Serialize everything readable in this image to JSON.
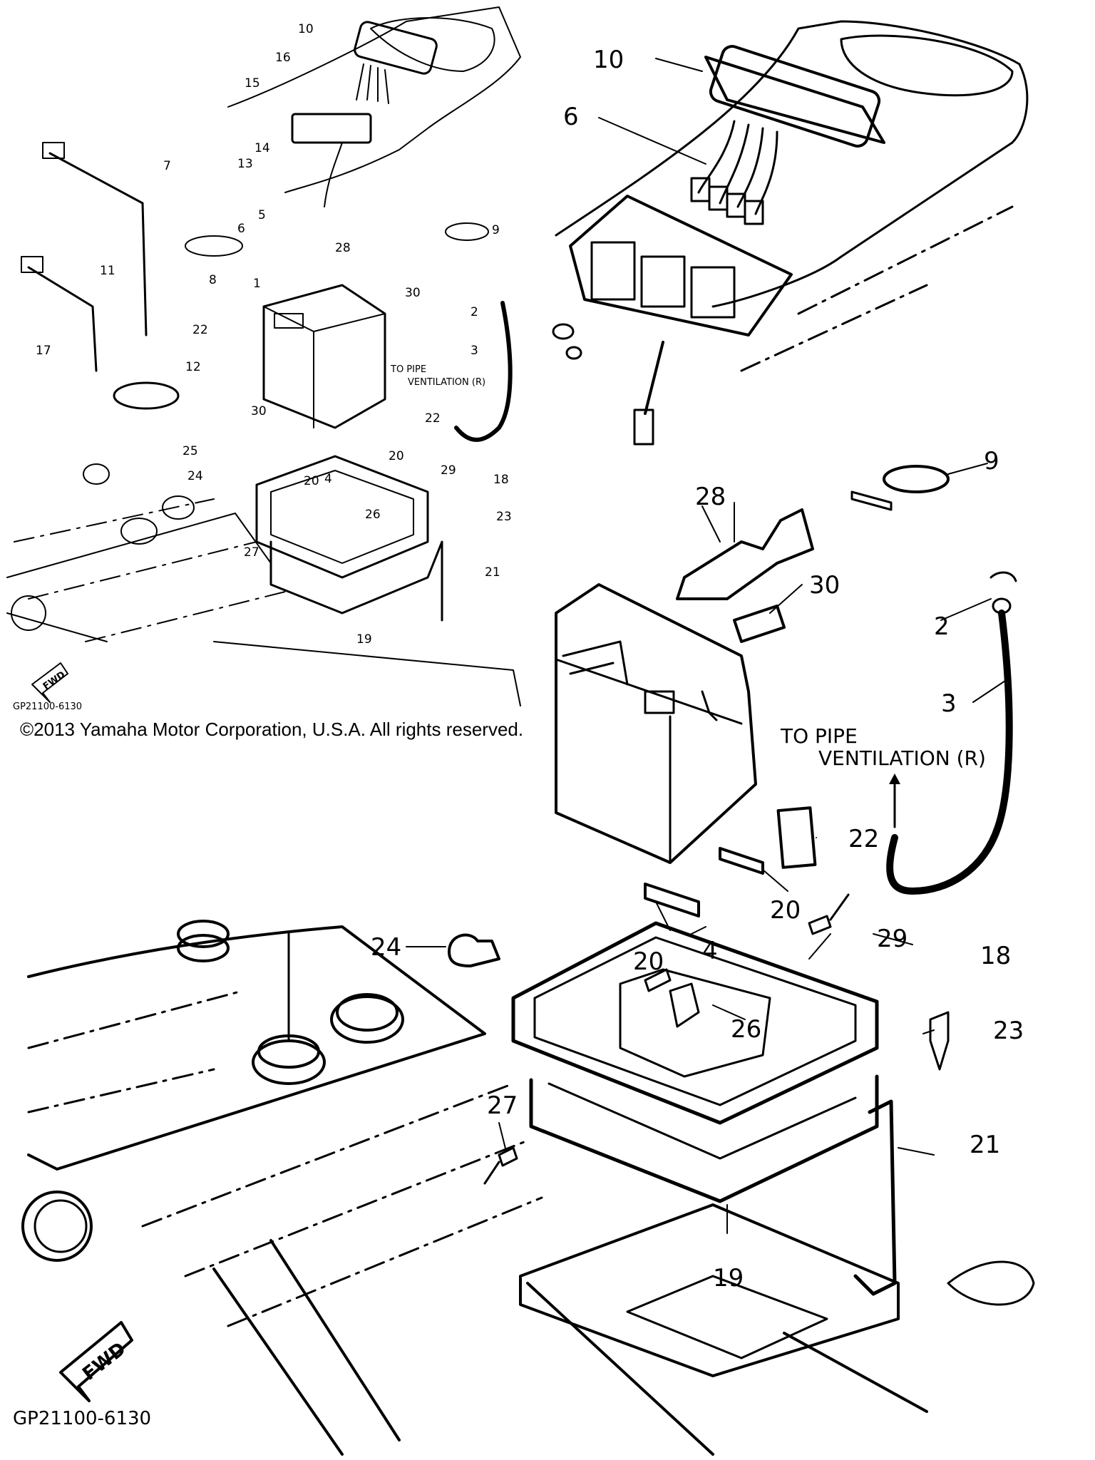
{
  "copyright": "©2013 Yamaha Motor Corporation, U.S.A. All rights reserved.",
  "drawing_code": "GP21100-6130",
  "fwd_label": "FWD",
  "vent_note_line1": "TO PIPE",
  "vent_note_line2": "VENTILATION (R)",
  "overview_callouts": {
    "c10": "10",
    "c16": "16",
    "c15": "15",
    "c14": "14",
    "c13": "13",
    "c7": "7",
    "c5": "5",
    "c6": "6",
    "c8": "8",
    "c11": "11",
    "c17": "17",
    "c12": "12",
    "c28": "28",
    "c9": "9",
    "c30a": "30",
    "c1": "1",
    "c22a": "22",
    "c2": "2",
    "c3": "3",
    "c30b": "30",
    "c22b": "22",
    "c25": "25",
    "c24": "24",
    "c20a": "20",
    "c4": "4",
    "c20b": "20",
    "c29": "29",
    "c18": "18",
    "c26": "26",
    "c23": "23",
    "c27": "27",
    "c21": "21",
    "c19": "19"
  },
  "detail_callouts": {
    "c10": "10",
    "c6": "6",
    "c9": "9",
    "c28": "28",
    "c30": "30",
    "c2": "2",
    "c3": "3",
    "c22": "22",
    "c20a": "20",
    "c24": "24",
    "c29": "29",
    "c20b": "20",
    "c4": "4",
    "c18": "18",
    "c26": "26",
    "c23": "23",
    "c27": "27",
    "c21": "21",
    "c19": "19"
  }
}
